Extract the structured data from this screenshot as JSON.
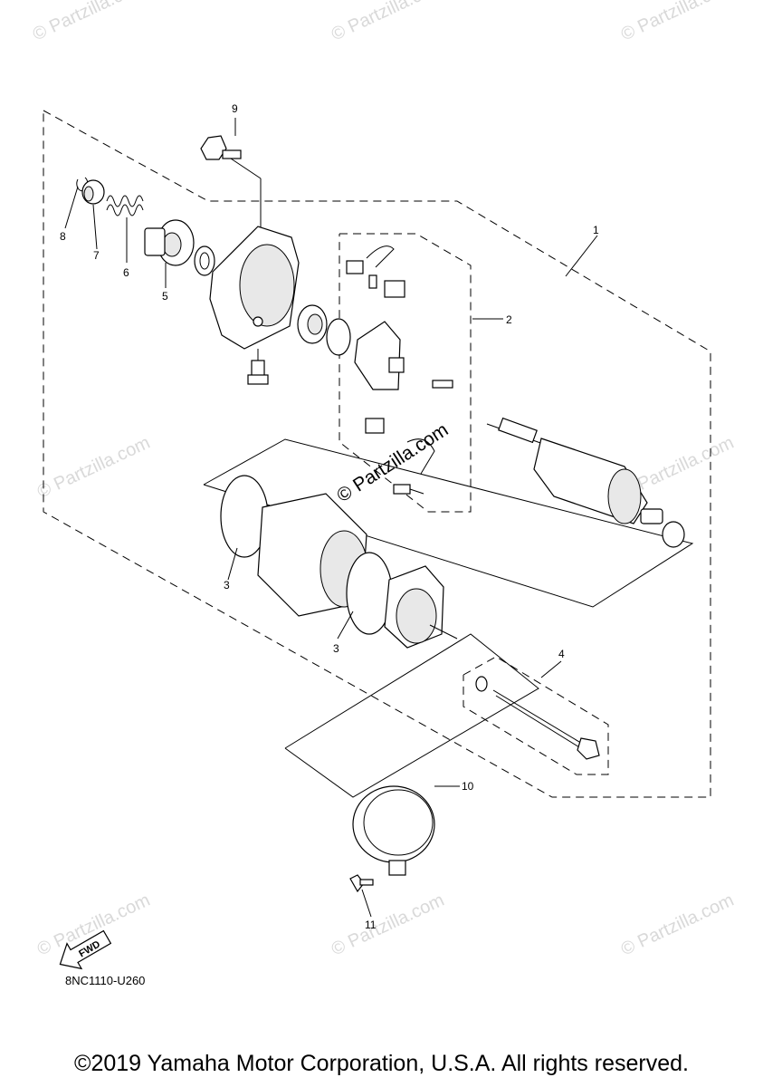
{
  "watermark": {
    "text": "© Partzilla.com",
    "center_text": "© Partzilla.com"
  },
  "callouts": [
    "1",
    "2",
    "3",
    "3",
    "4",
    "5",
    "6",
    "7",
    "8",
    "9",
    "10",
    "11"
  ],
  "fwd_label": "FWD",
  "diagram_code": "8NC1110-U260",
  "copyright": "©2019 Yamaha Motor Corporation, U.S.A. All rights reserved."
}
